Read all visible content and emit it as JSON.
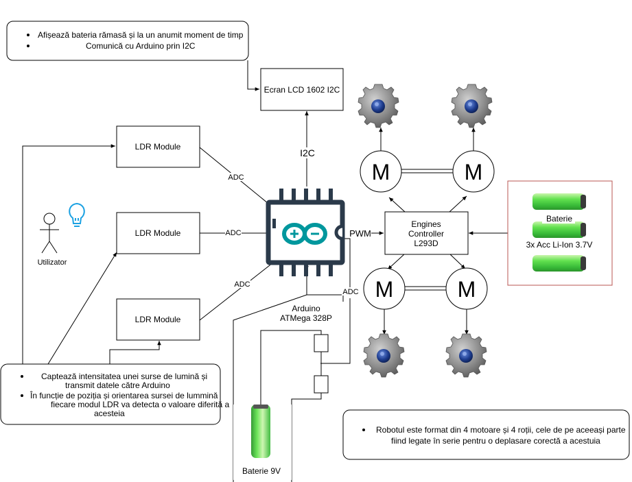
{
  "notes": {
    "lcd_note": {
      "bullets": [
        "Afișează bateria rămasă și la un anumit moment de timp",
        "Comunică cu Arduino prin I2C"
      ]
    },
    "ldr_note": {
      "bullets": [
        "Captează intensitatea unei surse de lumină și",
        "transmit datele către Arduino",
        "În funcție de poziția și orientarea sursei de lummină",
        "fiecare modul LDR va detecta o valoare diferită a",
        "acesteia"
      ]
    },
    "robot_note": {
      "bullets": [
        "Robotul este format din 4 motoare și 4 roții, cele de pe aceeași parte",
        "fiind legate în serie pentru o deplasare corectă a acestuia"
      ]
    }
  },
  "nodes": {
    "lcd": "Ecran LCD 1602 I2C",
    "ldr_top": "LDR Module",
    "ldr_mid": "LDR Module",
    "ldr_bot": "LDR Module",
    "engines_line1": "Engines",
    "engines_line2": "Controller",
    "engines_line3": "L293D",
    "arduino_line1": "Arduino",
    "arduino_line2": "ATMega 328P",
    "user": "Utilizator",
    "battery_9v": "Baterie 9V",
    "battery_pack_title": "Baterie",
    "battery_pack_desc": "3x Acc Li-Ion 3.7V"
  },
  "edges": {
    "i2c": "I2C",
    "adc_top": "ADC",
    "adc_mid": "ADC",
    "adc_bot": "ADC",
    "adc_right": "ADC",
    "pwm": "PWM"
  },
  "motors": {
    "label": "M"
  },
  "icons": [
    "arduino-chip-icon",
    "gear-icon",
    "user-icon",
    "lightbulb-icon",
    "battery-icon"
  ],
  "colors": {
    "arduino_teal": "#00979d",
    "chip_dark": "#2b3a4a",
    "battery_green": "#3cd23c",
    "battery_border": "#b85450",
    "gear_gray": "#8a8a8a",
    "gear_blue": "#1e3d8f",
    "bulb_blue": "#1ba1e2"
  }
}
